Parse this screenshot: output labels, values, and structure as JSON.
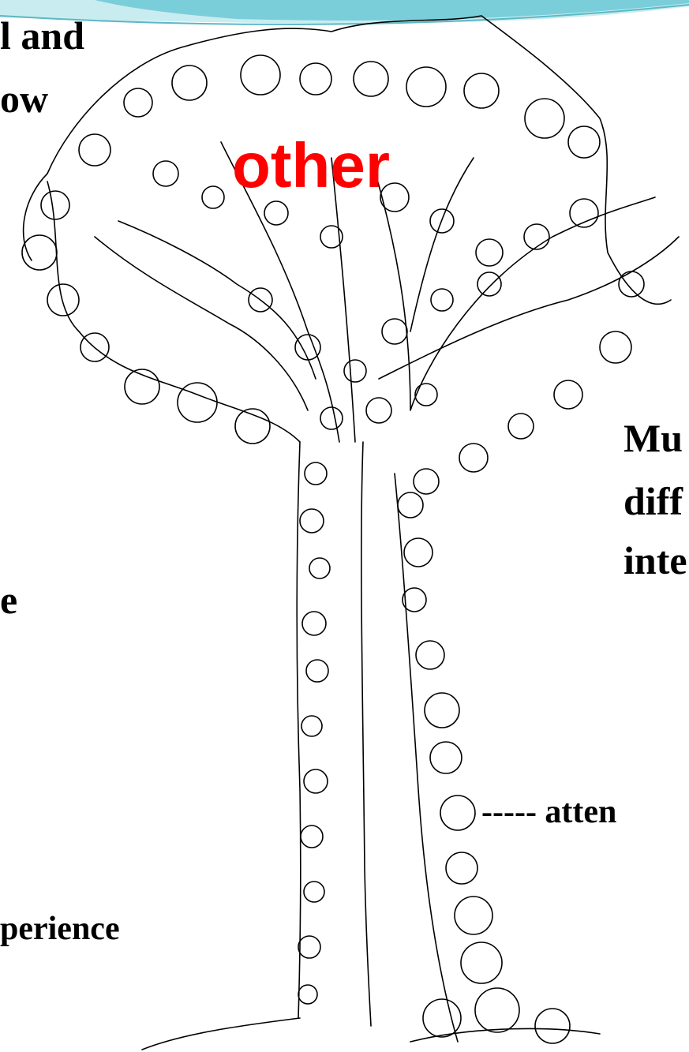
{
  "colors": {
    "banner_teal": "#6cc9d6",
    "banner_light": "#c9ecf1",
    "ink": "#000000",
    "accent_red": "#ff0000"
  },
  "labels": {
    "top_left_line1": "l and",
    "top_left_line2": "ow",
    "center_word": "other",
    "right_line1": "Mu",
    "right_line2": "diff",
    "right_line3": "inte",
    "left_mid": "e",
    "attention": "----- atten",
    "bottom_left": "perience"
  }
}
